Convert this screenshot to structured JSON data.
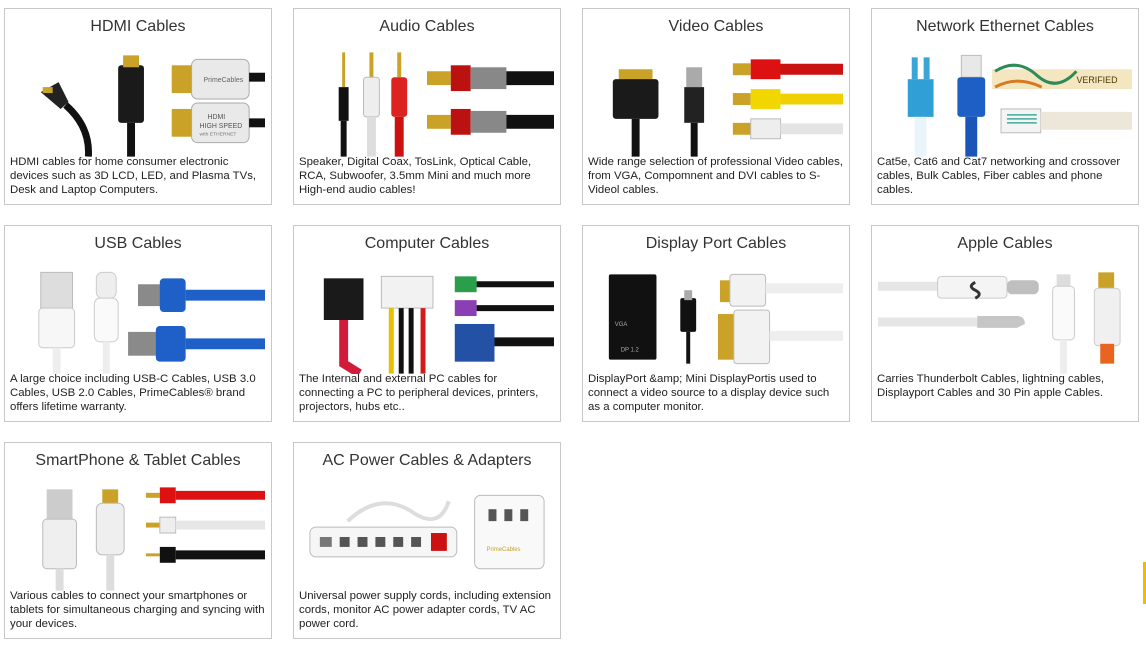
{
  "categories": [
    {
      "title": "HDMI Cables",
      "desc": "HDMI cables for home consumer electronic devices such as 3D LCD, LED, and Plasma TVs, Desk and Laptop Computers.",
      "icon": "hdmi-cables-image"
    },
    {
      "title": "Audio Cables",
      "desc": "Speaker, Digital Coax, TosLink, Optical Cable, RCA, Subwoofer, 3.5mm Mini and much more High-end audio cables!",
      "icon": "audio-cables-image"
    },
    {
      "title": "Video Cables",
      "desc": "Wide range selection of professional Video cables, from VGA, Compomnent and DVI cables to S-Videol cables.",
      "icon": "video-cables-image"
    },
    {
      "title": "Network Ethernet Cables",
      "desc": "Cat5e, Cat6 and Cat7 networking and crossover cables, Bulk Cables, Fiber cables and phone cables.",
      "icon": "network-cables-image"
    },
    {
      "title": "USB Cables",
      "desc": "A large choice including USB-C Cables, USB 3.0 Cables, USB 2.0 Cables, PrimeCables® brand offers lifetime warranty.",
      "icon": "usb-cables-image"
    },
    {
      "title": "Computer Cables",
      "desc": "The Internal and external PC cables for connecting a PC to peripheral devices, printers, projectors, hubs etc..",
      "icon": "computer-cables-image"
    },
    {
      "title": "Display Port Cables",
      "desc": "DisplayPort &amp; Mini DisplayPortis used to connect a video source to a display device such as a computer monitor.",
      "icon": "displayport-cables-image"
    },
    {
      "title": "Apple Cables",
      "desc": "Carries Thunderbolt Cables, lightning cables, Displayport Cables and 30 Pin apple Cables.",
      "icon": "apple-cables-image"
    },
    {
      "title": "SmartPhone & Tablet Cables",
      "desc": "Various cables to connect your smartphones or tablets for simultaneous charging and syncing with your devices.",
      "icon": "smartphone-cables-image"
    },
    {
      "title": "AC Power Cables & Adapters",
      "desc": "Universal power supply cords, including extension cords, monitor AC power adapter cords, TV AC power cord.",
      "icon": "ac-power-image"
    }
  ],
  "product_labels": {
    "primecables": "PrimeCables",
    "hdmi_high_speed": "HIGH SPEED",
    "hdmi_word": "HDMI",
    "with_ethernet": "with ETHERNET",
    "verified": "VERIFIED",
    "dp_version": "DP 1.2",
    "vga": "VGA"
  }
}
